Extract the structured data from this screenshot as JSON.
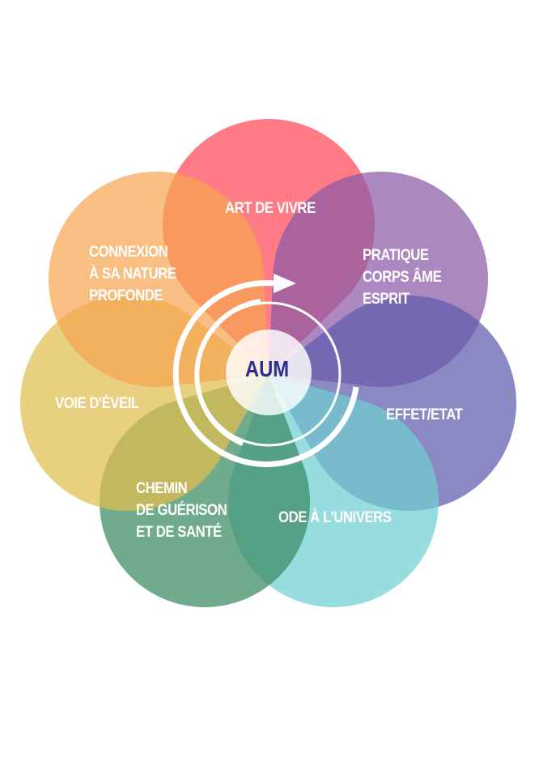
{
  "center": {
    "label": "AUM",
    "color": "#2a2f8f"
  },
  "petals": [
    {
      "id": "art-de-vivre",
      "lines": [
        "ART DE VIVRE"
      ],
      "color": "#ff4a57"
    },
    {
      "id": "pratique",
      "lines": [
        "PRATIQUE",
        "CORPS ÂME",
        "ESPRIT"
      ],
      "color": "#8a5aa8"
    },
    {
      "id": "effet-etat",
      "lines": [
        "EFFET/ETAT"
      ],
      "color": "#5e5cac"
    },
    {
      "id": "ode-univers",
      "lines": [
        "ODE À L'UNIVERS"
      ],
      "color": "#6fcfd1"
    },
    {
      "id": "chemin-guerison",
      "lines": [
        "CHEMIN",
        "DE GUÉRISON",
        "ET DE SANTÉ"
      ],
      "color": "#3a8a62"
    },
    {
      "id": "voie-eveil",
      "lines": [
        "VOIE D'ÉVEIL"
      ],
      "color": "#e0bd4f"
    },
    {
      "id": "connexion",
      "lines": [
        "CONNEXION",
        "À SA NATURE",
        "PROFONDE"
      ],
      "color": "#f6a550"
    }
  ]
}
